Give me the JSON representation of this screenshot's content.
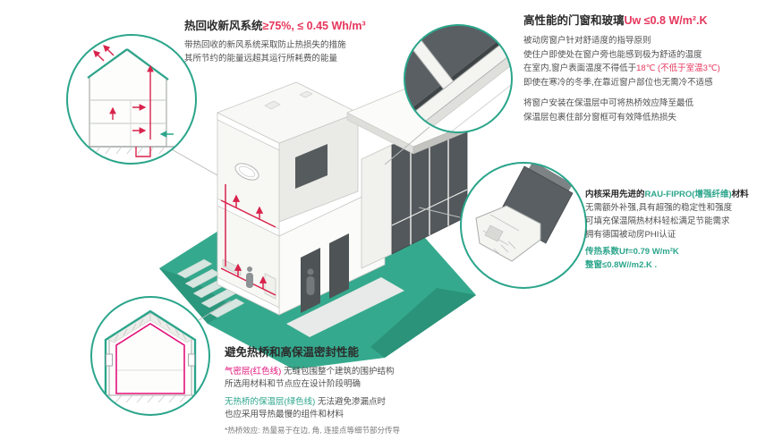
{
  "colors": {
    "accent_teal": "#2ba58b",
    "accent_red": "#e6365c",
    "accent_magenta": "#e3127a",
    "duct_red": "#d8234b",
    "terrain_teal": "#35a98d",
    "text_dark": "#2b2b2b",
    "text_gray": "#4f4f4f"
  },
  "figures": {
    "circle1": "multi-storey-section-with-heat-recovery-ventilation",
    "circle2": "window-corner-glazing-detail",
    "circle3": "window-frame-profile-cutaway",
    "circle4": "thermal-envelope-house-section",
    "center": "isometric-cutaway-passive-house"
  },
  "annotations": {
    "hrv": {
      "title_black": "热回收新风系统",
      "title_red": "≥75%, ≤ 0.45 Wh/m³",
      "body1": "带热回收的新风系统采取防止热损失的措施",
      "body2": "其所节约的能量远超其运行所耗费的能量"
    },
    "glazing": {
      "title_black": "高性能的门窗和玻璃",
      "title_red": "Uw ≤0.8 W/m².K",
      "line1": "被动房窗户针对舒适度的指导原则",
      "line2": "使住户即使处在窗户旁也能感到极为舒适的温度",
      "line3_black": "在室内,窗户表面温度不得低于",
      "line3_red": "18℃ (不低于室温3℃)",
      "line4": "即使在寒冷的冬季,在靠近窗户部位也无需冷不适感",
      "line5": "将窗户安装在保温层中可将热桥效应降至最低",
      "line6": "保温层包裹住部分窗框可有效降低热损失"
    },
    "profile": {
      "line1_pre": "内核采用先进的",
      "line1_teal": "RAU-FIPRO(增强纤维)",
      "line1_post": "材料",
      "line2": "无需额外补强,具有超强的稳定性和强度",
      "line3": "可填充保温隔热材料轻松满足节能需求",
      "line4": "拥有德国被动房PHI认证",
      "line5": "传热系数Uf=0.79 W/m²K",
      "line6": "整窗≤0.8W//m2.K ."
    },
    "thermal": {
      "title": "避免热桥和高保温密封性能",
      "line1_magenta": "气密层(红色线)",
      "line1_rest": " 无缝包围整个建筑的围护结构",
      "line2": "所选用材料和节点应在设计阶段明确",
      "line3_teal": "无热桥的保温层(绿色线)",
      "line3_rest": " 无法避免渗漏点时",
      "line4": "也应采用导热最慢的组件和材料",
      "footnote": "*热桥效应: 热量易于在边, 角, 连接点等细节部分传导"
    }
  }
}
